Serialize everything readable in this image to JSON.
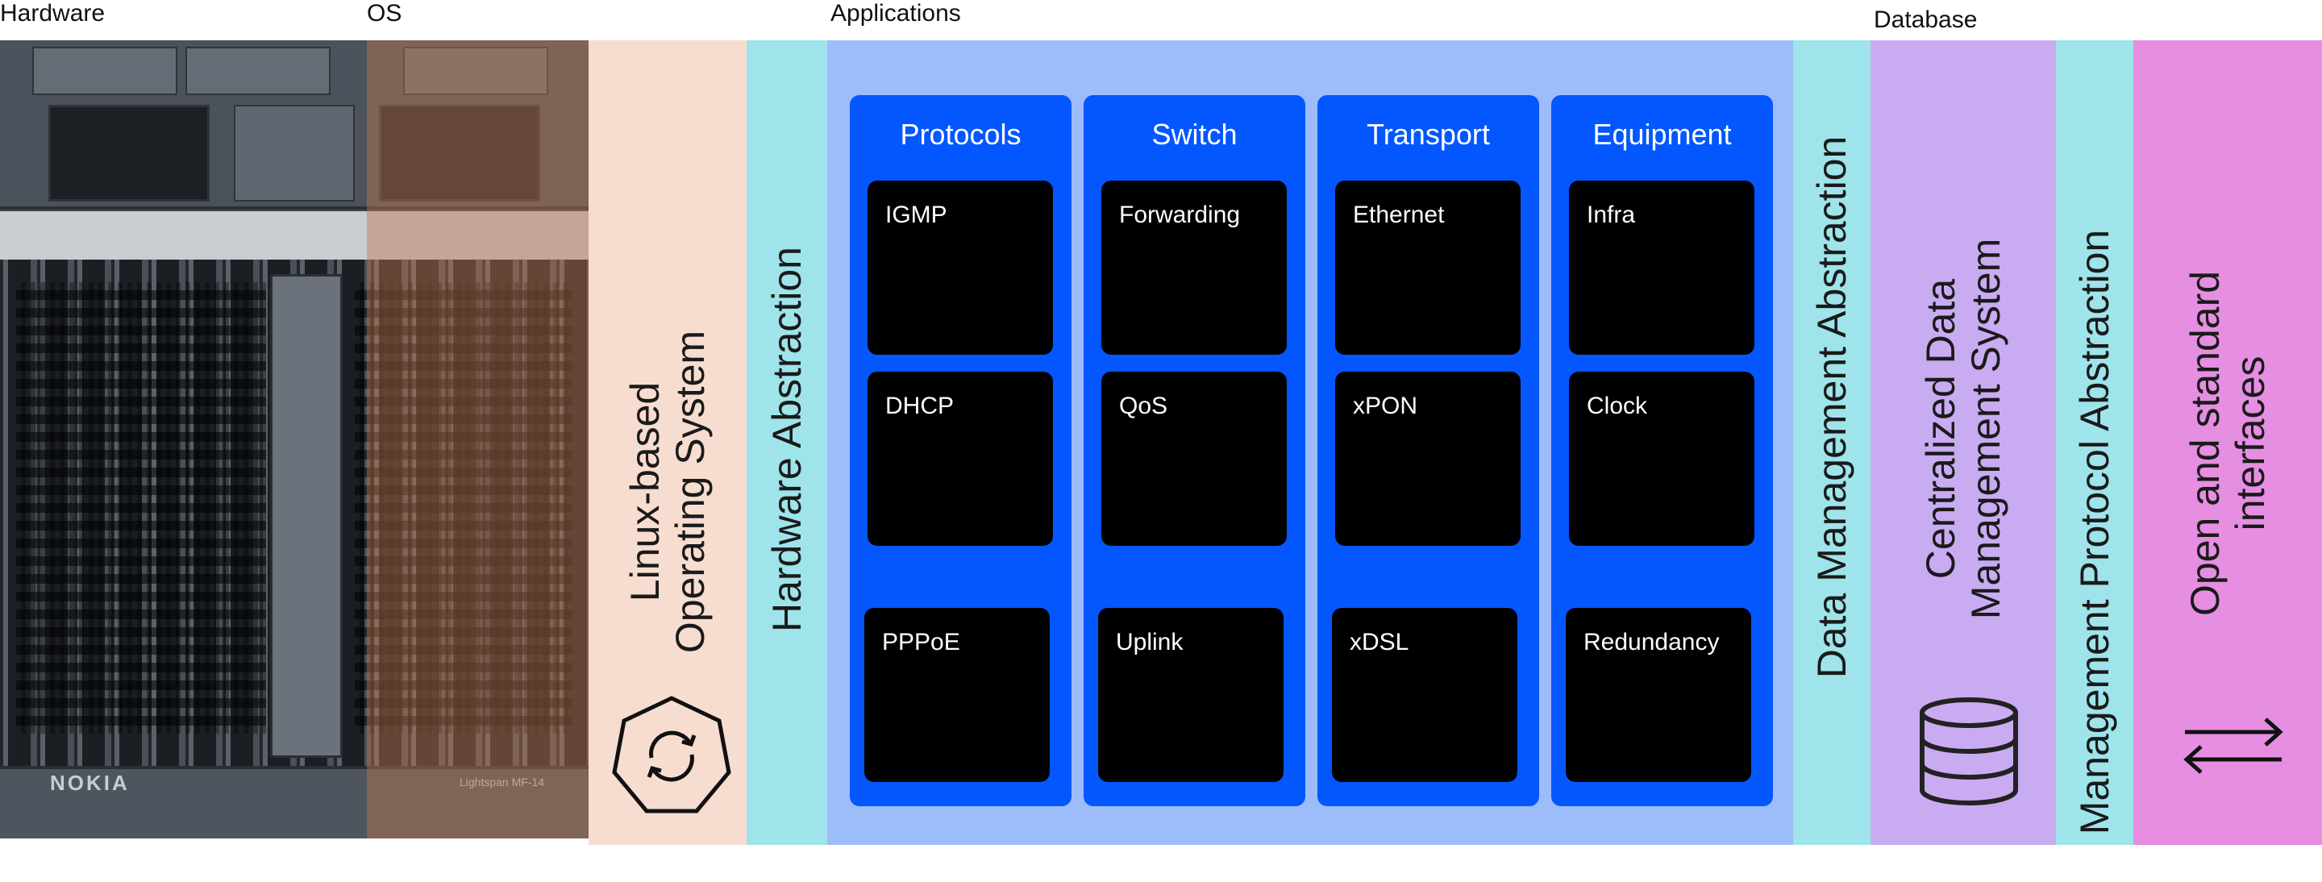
{
  "labels": {
    "hardware": "Hardware",
    "os": "OS",
    "applications": "Applications",
    "database": "Database"
  },
  "chassis": {
    "brand": "NOKIA",
    "model": "Lightspan MF-14"
  },
  "layers": {
    "linux": {
      "line1": "Linux-based",
      "line2": "Operating System",
      "icon": "refresh-hexagon-icon"
    },
    "hardware_abstraction": "Hardware Abstraction",
    "data_management_abstraction": "Data Management Abstraction",
    "cdms": {
      "line1": "Centralized Data",
      "line2": "Management System",
      "icon": "database-icon"
    },
    "management_protocol_abstraction": "Management Protocol Abstraction",
    "open_interfaces": {
      "line1": "Open and standard",
      "line2": "interfaces",
      "icon": "swap-arrows-icon"
    }
  },
  "groups": [
    {
      "title": "Protocols",
      "items": [
        "IGMP",
        "DHCP",
        "PPPoE"
      ],
      "ellipsis": "..."
    },
    {
      "title": "Switch",
      "items": [
        "Forwarding",
        "QoS",
        "Uplink"
      ],
      "ellipsis": "..."
    },
    {
      "title": "Transport",
      "items": [
        "Ethernet",
        "xPON",
        "xDSL"
      ],
      "ellipsis": "..."
    },
    {
      "title": "Equipment",
      "items": [
        "Infra",
        "Clock",
        "Redundancy"
      ],
      "ellipsis": "..."
    }
  ],
  "colors": {
    "os_layer": "#f7ddd0",
    "abstraction": "#9ee4ea",
    "applications_bg": "#9dbcfa",
    "group_blue": "#0457ff",
    "database": "#c9abf2",
    "interfaces": "#e68ee2"
  }
}
